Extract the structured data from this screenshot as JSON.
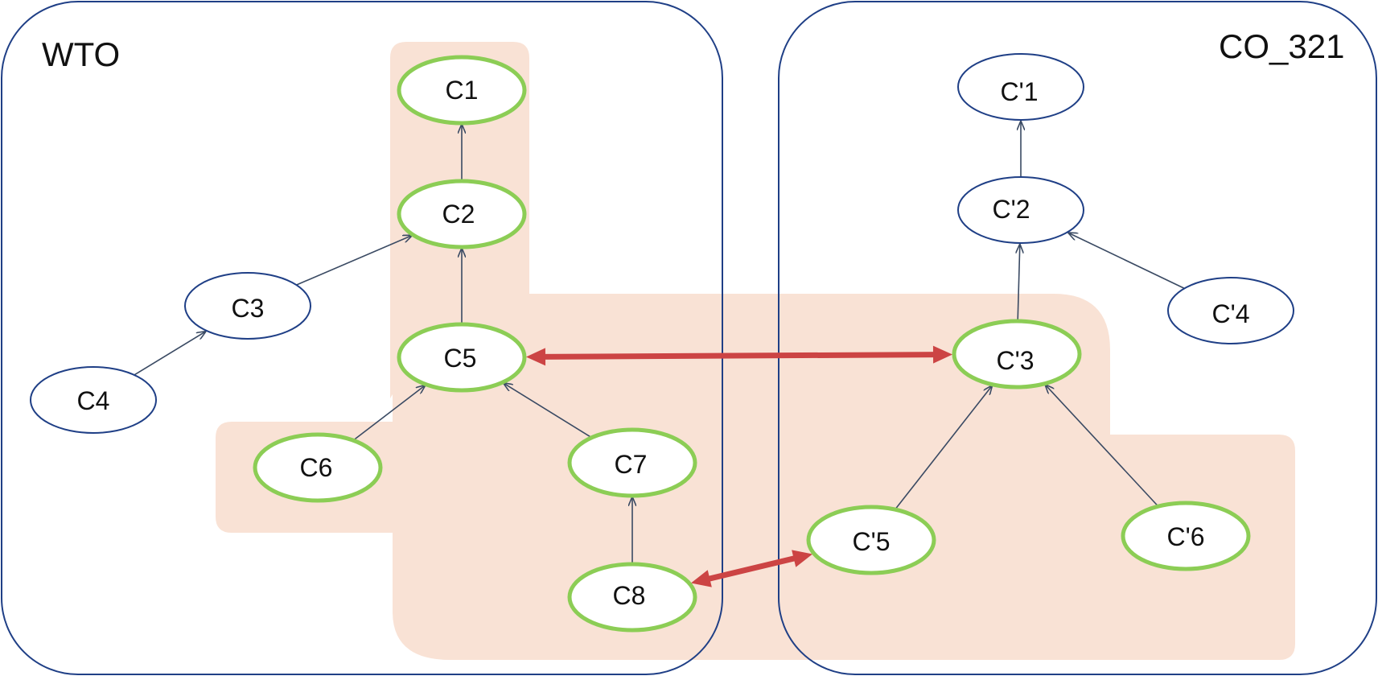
{
  "colors": {
    "panel_border": "#1f3f86",
    "node_border": "#1f3f86",
    "highlight_ring": "#8ccd55",
    "highlight_region": "#f9e2d5",
    "edge": "#3a4a63",
    "mapping_arrow": "#cc4444"
  },
  "panels": {
    "left": {
      "title": "WTO"
    },
    "right": {
      "title": "CO_321"
    }
  },
  "nodes": {
    "c1": "C1",
    "c2": "C2",
    "c3": "C3",
    "c4": "C4",
    "c5": "C5",
    "c6": "C6",
    "c7": "C7",
    "c8": "C8",
    "cp1": "C'1",
    "cp2": "C'2",
    "cp3": "C'3",
    "cp4": "C'4",
    "cp5": "C'5",
    "cp6": "C'6"
  },
  "highlighted_nodes": [
    "c1",
    "c2",
    "c5",
    "c6",
    "c7",
    "c8",
    "cp3",
    "cp5",
    "cp6"
  ],
  "edges": [
    {
      "from": "c2",
      "to": "c1"
    },
    {
      "from": "c3",
      "to": "c2"
    },
    {
      "from": "c4",
      "to": "c3"
    },
    {
      "from": "c5",
      "to": "c2"
    },
    {
      "from": "c6",
      "to": "c5"
    },
    {
      "from": "c7",
      "to": "c5"
    },
    {
      "from": "c8",
      "to": "c7"
    },
    {
      "from": "cp2",
      "to": "cp1"
    },
    {
      "from": "cp3",
      "to": "cp2"
    },
    {
      "from": "cp4",
      "to": "cp2"
    },
    {
      "from": "cp5",
      "to": "cp3"
    },
    {
      "from": "cp6",
      "to": "cp3"
    }
  ],
  "mappings": [
    {
      "between": [
        "c5",
        "cp3"
      ]
    },
    {
      "between": [
        "c8",
        "cp5"
      ]
    }
  ]
}
